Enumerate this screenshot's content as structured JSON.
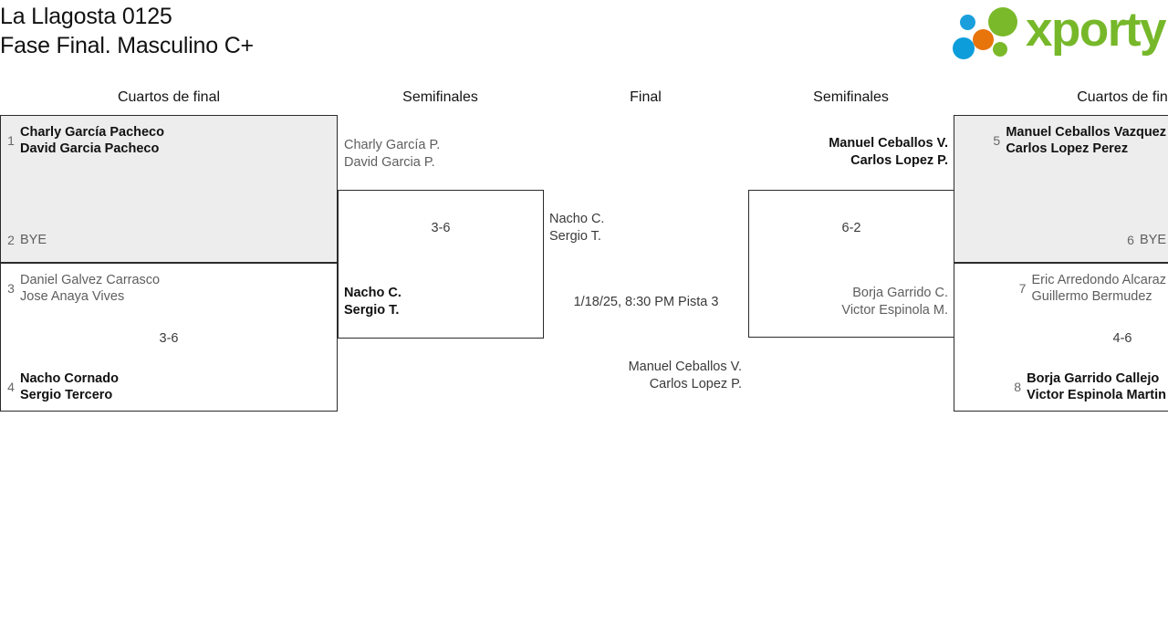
{
  "header": {
    "title": "La Llagosta 0125\nFase Final. Masculino C+",
    "brand": {
      "wordmark": "xporty",
      "colors": {
        "green": "#76b82a",
        "blue": "#0d9ddb",
        "orange": "#e8740c"
      }
    }
  },
  "rounds": [
    {
      "label": "Cuartos de final"
    },
    {
      "label": "Semifinales"
    },
    {
      "label": "Final"
    },
    {
      "label": "Semifinales"
    },
    {
      "label": "Cuartos de fin"
    }
  ],
  "bracket": {
    "quarterfinals_left": [
      {
        "shaded": true,
        "top": {
          "seed": "1",
          "players": "Charly García Pacheco\nDavid Garcia Pacheco",
          "result": "winner"
        },
        "bottom": {
          "seed": "2",
          "players": "BYE",
          "result": "bye"
        },
        "score": ""
      },
      {
        "shaded": false,
        "top": {
          "seed": "3",
          "players": "Daniel Galvez Carrasco\nJose Anaya Vives",
          "result": "loser"
        },
        "bottom": {
          "seed": "4",
          "players": "Nacho Cornado\nSergio Tercero",
          "result": "winner"
        },
        "score": "3-6"
      }
    ],
    "quarterfinals_right": [
      {
        "shaded": true,
        "top": {
          "seed": "5",
          "players": "Manuel Ceballos Vazquez\nCarlos Lopez Perez",
          "result": "winner"
        },
        "bottom": {
          "seed": "6",
          "players": "BYE",
          "result": "bye"
        },
        "score": ""
      },
      {
        "shaded": false,
        "top": {
          "seed": "7",
          "players": "Eric Arredondo Alcaraz\nGuillermo Bermudez",
          "result": "loser"
        },
        "bottom": {
          "seed": "8",
          "players": "Borja Garrido Callejo\nVictor Espinola Martin",
          "result": "winner"
        },
        "score": "4-6"
      }
    ],
    "semifinal_left": {
      "top": {
        "players": "Charly García P.\nDavid Garcia P.",
        "result": "loser"
      },
      "bottom": {
        "players": "Nacho C.\nSergio T.",
        "result": "winner"
      },
      "score": "3-6"
    },
    "semifinal_right": {
      "top": {
        "players": "Manuel Ceballos V.\nCarlos Lopez P.",
        "result": "winner"
      },
      "bottom": {
        "players": "Borja Garrido C.\nVictor Espinola M.",
        "result": "loser"
      },
      "score": "6-2"
    },
    "final": {
      "top": {
        "players": "Nacho C.\nSergio T."
      },
      "bottom": {
        "players": "Manuel Ceballos V.\nCarlos Lopez P."
      },
      "schedule": "1/18/25, 8:30 PM Pista 3"
    }
  }
}
